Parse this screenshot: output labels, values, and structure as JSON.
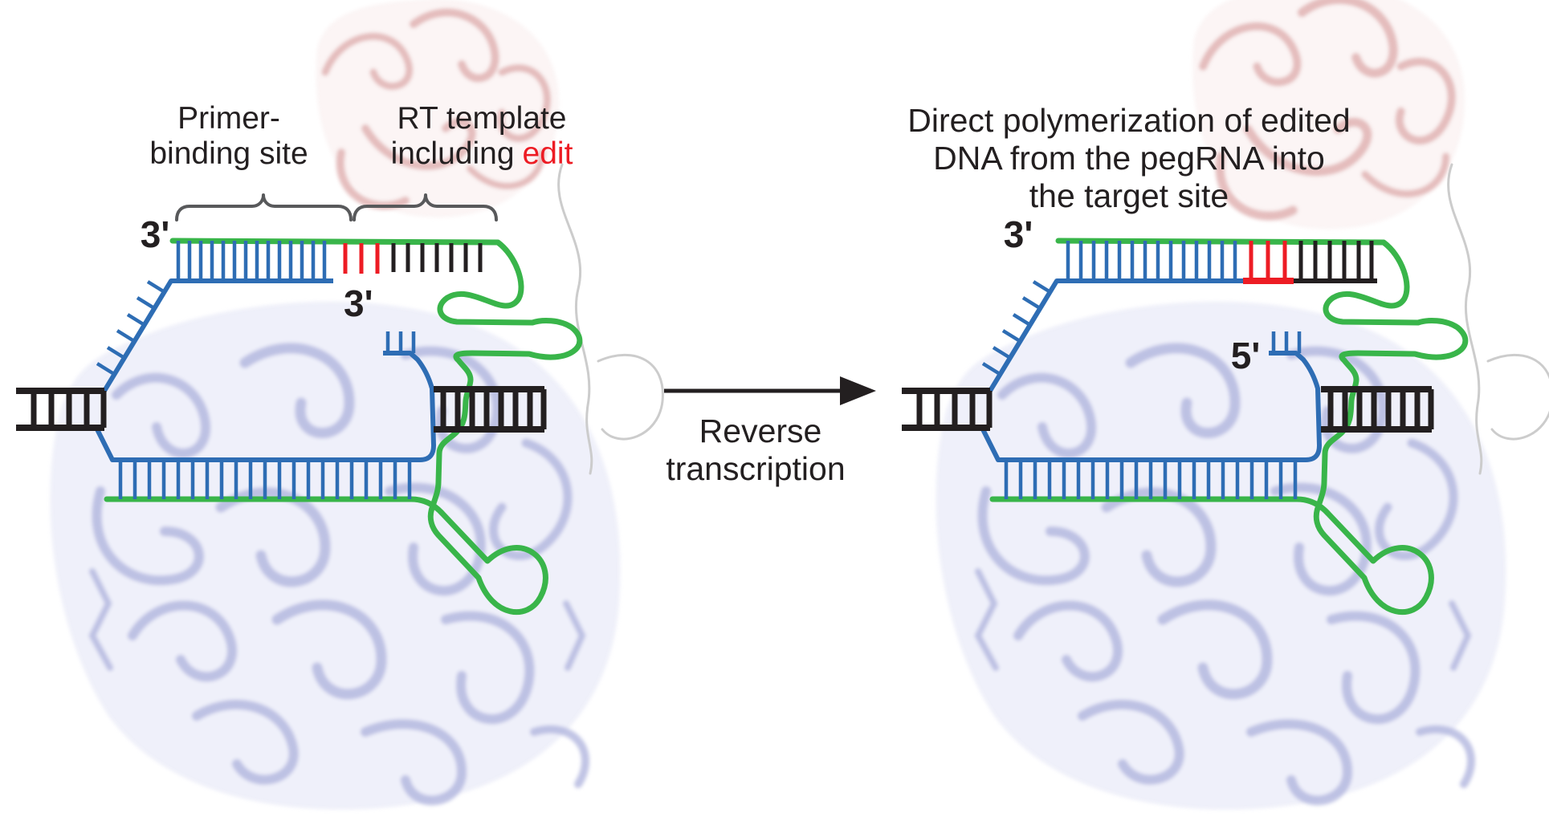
{
  "figure": {
    "description": "Prime editing schematic: pegRNA primer-binding site and RT template direct polymerization of edited DNA",
    "left_panel": {
      "label_pbs_line1": "Primer-",
      "label_pbs_line2": "binding site",
      "label_rt_line1": "RT template",
      "label_rt_line2_prefix": "including",
      "label_rt_line2_edit": "edit",
      "pegrna_end_label": "3'",
      "primer_end_label": "3'"
    },
    "transition": {
      "label_line1": "Reverse",
      "label_line2": "transcription"
    },
    "right_panel": {
      "title_line1": "Direct polymerization of edited",
      "title_line2": "DNA from the pegRNA into",
      "title_line3": "the target site",
      "pegrna_end_label": "3'",
      "nicked_strand_end_label": "5'"
    },
    "colors": {
      "pegrna_green": "#39B54A",
      "dna_blue": "#2E6DB4",
      "edit_red": "#ED1C24",
      "dna_black": "#231F20",
      "cas9_purple": "#A9AEDB",
      "rt_pink": "#DCA6A6",
      "brace_gray": "#58595B"
    }
  }
}
